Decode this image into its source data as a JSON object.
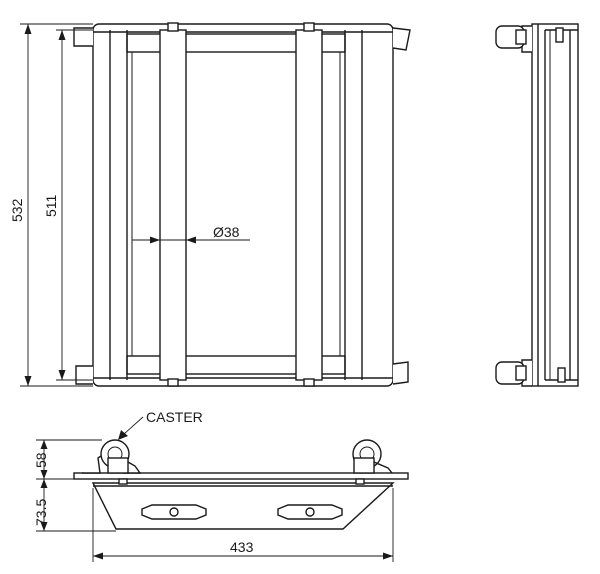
{
  "dimensions": {
    "overall_height": "532",
    "inner_height": "511",
    "tube_diameter": "Ø38",
    "caster_height": "58",
    "base_height": "73.5",
    "overall_width": "433"
  },
  "labels": {
    "caster": "CASTER"
  }
}
